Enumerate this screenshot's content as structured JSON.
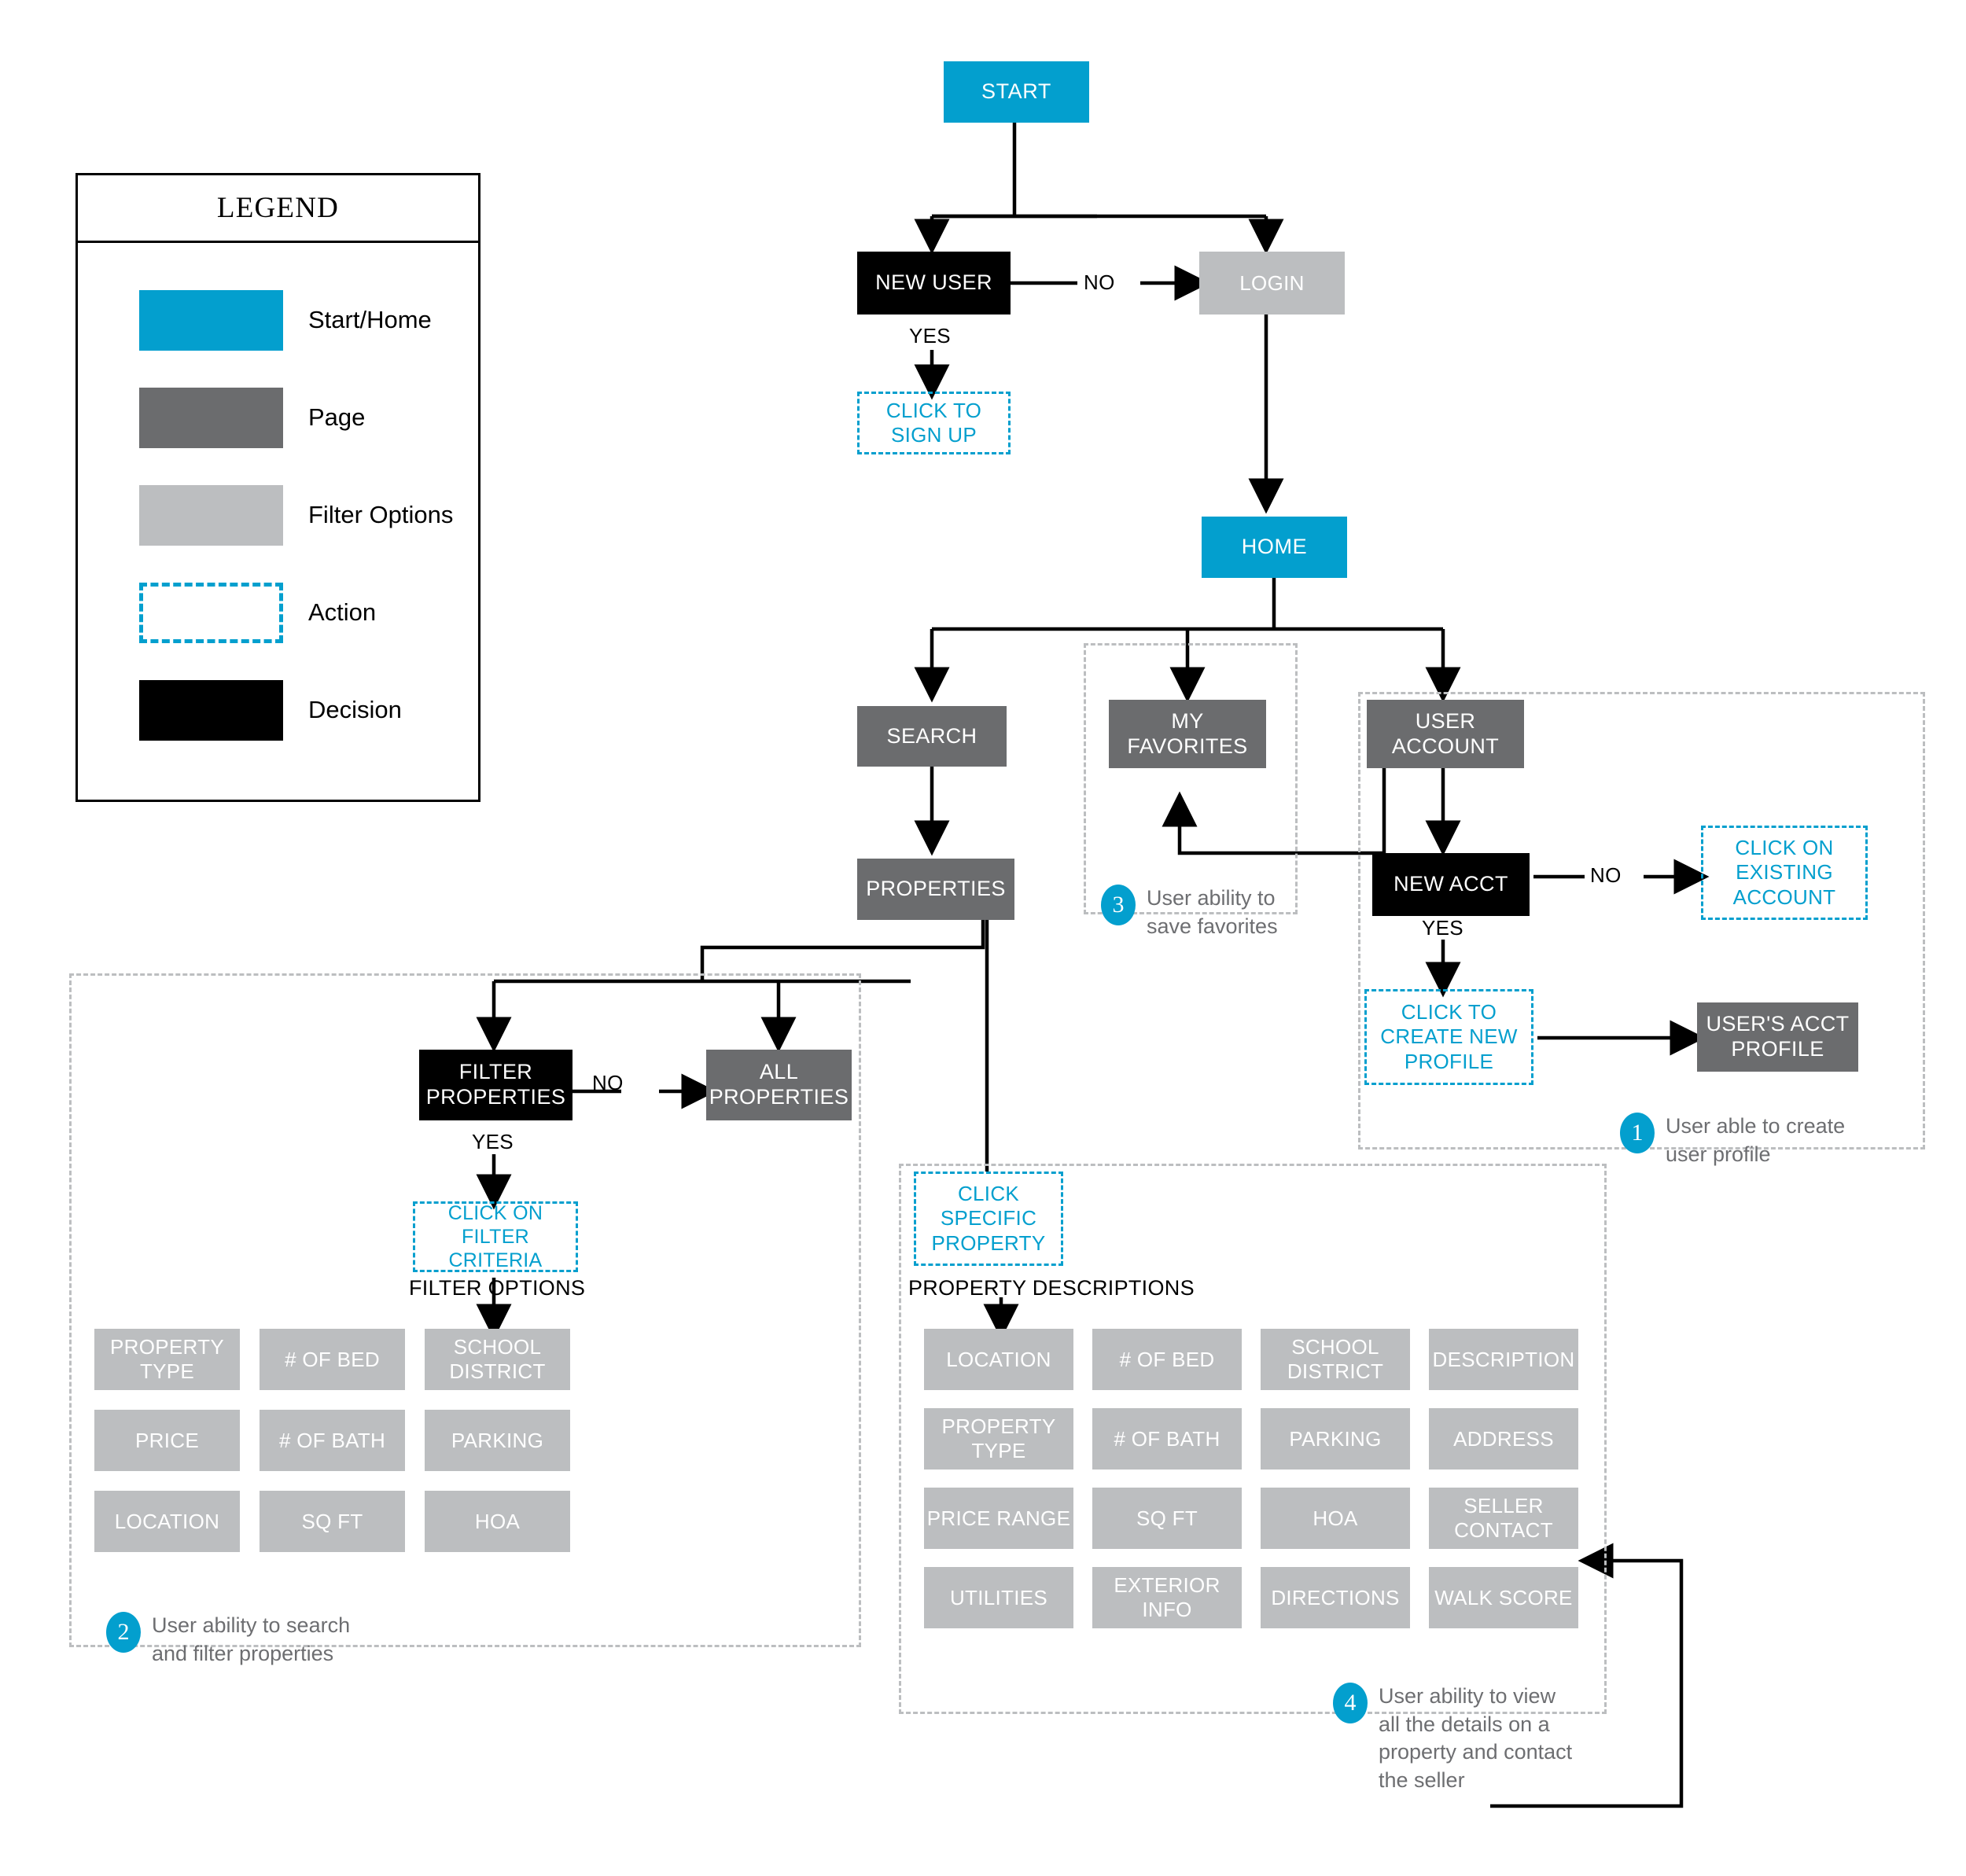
{
  "legend": {
    "title": "LEGEND",
    "items": [
      {
        "label": "Start/Home",
        "swatch": "start",
        "color": "#039FCE"
      },
      {
        "label": "Page",
        "swatch": "page",
        "color": "#6B6C6E"
      },
      {
        "label": "Filter Options",
        "swatch": "filter",
        "color": "#BCBEC0"
      },
      {
        "label": "Action",
        "swatch": "action",
        "color": "#039FCE"
      },
      {
        "label": "Decision",
        "swatch": "decision",
        "color": "#000000"
      }
    ]
  },
  "nodes": {
    "start": "START",
    "new_user": "NEW USER",
    "login": "LOGIN",
    "click_sign_up": "CLICK TO\nSIGN UP",
    "home": "HOME",
    "search": "SEARCH",
    "my_favorites": "MY\nFAVORITES",
    "user_account": "USER\nACCOUNT",
    "properties": "PROPERTIES",
    "new_acct": "NEW ACCT",
    "click_existing_account": "CLICK ON\nEXISTING\nACCOUNT",
    "click_create_new_profile": "CLICK TO\nCREATE NEW\nPROFILE",
    "users_acct_profile": "USER'S ACCT\nPROFILE",
    "filter_properties": "FILTER\nPROPERTIES",
    "all_properties": "ALL\nPROPERTIES",
    "click_filter_criteria": "CLICK ON\nFILTER CRITERIA",
    "click_specific_property": "CLICK\nSPECIFIC\nPROPERTY"
  },
  "edge_labels": {
    "no_1": "NO",
    "yes_1": "YES",
    "no_2": "NO",
    "yes_2": "YES",
    "no_3": "NO",
    "yes_3": "YES"
  },
  "section_titles": {
    "filter_options": "FILTER OPTIONS",
    "property_descriptions": "PROPERTY DESCRIPTIONS"
  },
  "filter_options_grid": [
    [
      "PROPERTY\nTYPE",
      "# OF BED",
      "SCHOOL\nDISTRICT"
    ],
    [
      "PRICE",
      "# OF BATH",
      "PARKING"
    ],
    [
      "LOCATION",
      "SQ FT",
      "HOA"
    ]
  ],
  "property_descriptions_grid": [
    [
      "LOCATION",
      "# OF BED",
      "SCHOOL\nDISTRICT",
      "DESCRIPTION"
    ],
    [
      "PROPERTY\nTYPE",
      "# OF BATH",
      "PARKING",
      "ADDRESS"
    ],
    [
      "PRICE RANGE",
      "SQ FT",
      "HOA",
      "SELLER\nCONTACT"
    ],
    [
      "UTILITIES",
      "EXTERIOR\nINFO",
      "DIRECTIONS",
      "WALK SCORE"
    ]
  ],
  "annotations": [
    {
      "number": "1",
      "text": "User able to create\nuser profile"
    },
    {
      "number": "2",
      "text": "User ability to search\nand filter properties"
    },
    {
      "number": "3",
      "text": "User ability to\nsave favorites"
    },
    {
      "number": "4",
      "text": "User ability to view\nall the details on a\nproperty and contact\nthe seller"
    }
  ],
  "colors": {
    "accent": "#039FCE",
    "page": "#6B6C6E",
    "filter": "#BCBEC0",
    "decision": "#000000",
    "region_dash": "#BCBEC0",
    "anno_text": "#6D6E71"
  }
}
